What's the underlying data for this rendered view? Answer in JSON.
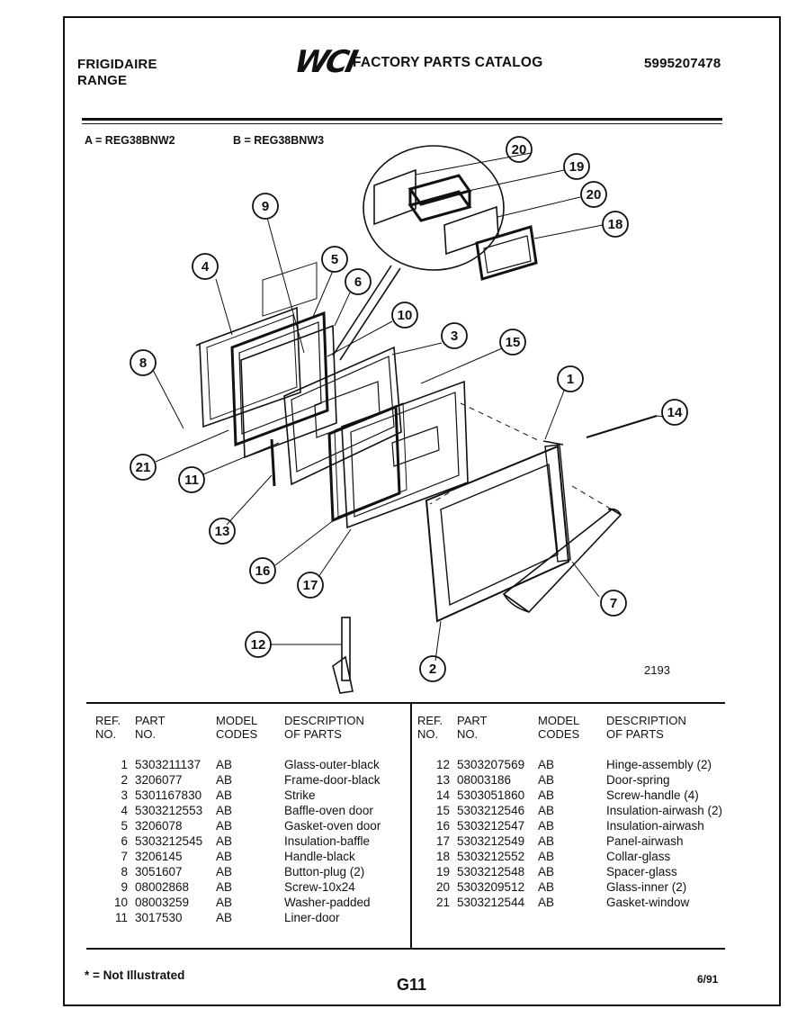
{
  "header": {
    "brand_line1": "FRIGIDAIRE",
    "brand_line2": "RANGE",
    "logo_text": "WCI",
    "catalog_title": "FACTORY PARTS CATALOG",
    "catalog_number": "5995207478"
  },
  "models": {
    "a": "A = REG38BNW2",
    "b": "B = REG38BNW3"
  },
  "diagram": {
    "drawing_number": "2193",
    "callouts": [
      "20",
      "19",
      "20",
      "18",
      "9",
      "5",
      "4",
      "6",
      "10",
      "3",
      "15",
      "8",
      "1",
      "14",
      "21",
      "11",
      "13",
      "16",
      "17",
      "7",
      "12",
      "2"
    ]
  },
  "table": {
    "headers": {
      "ref": [
        "REF.",
        "NO."
      ],
      "part": [
        "PART",
        "NO."
      ],
      "model": [
        "MODEL",
        "CODES"
      ],
      "desc": [
        "DESCRIPTION",
        "OF PARTS"
      ]
    },
    "left_rows": [
      {
        "ref": "1",
        "part": "5303211137",
        "code": "AB",
        "desc": "Glass-outer-black"
      },
      {
        "ref": "2",
        "part": "3206077",
        "code": "AB",
        "desc": "Frame-door-black"
      },
      {
        "ref": "3",
        "part": "5301167830",
        "code": "AB",
        "desc": "Strike"
      },
      {
        "ref": "4",
        "part": "5303212553",
        "code": "AB",
        "desc": "Baffle-oven door"
      },
      {
        "ref": "5",
        "part": "3206078",
        "code": "AB",
        "desc": "Gasket-oven door"
      },
      {
        "ref": "6",
        "part": "5303212545",
        "code": "AB",
        "desc": "Insulation-baffle"
      },
      {
        "ref": "7",
        "part": "3206145",
        "code": "AB",
        "desc": "Handle-black"
      },
      {
        "ref": "8",
        "part": "3051607",
        "code": "AB",
        "desc": "Button-plug (2)"
      },
      {
        "ref": "9",
        "part": "08002868",
        "code": "AB",
        "desc": "Screw-10x24"
      },
      {
        "ref": "10",
        "part": "08003259",
        "code": "AB",
        "desc": "Washer-padded"
      },
      {
        "ref": "11",
        "part": "3017530",
        "code": "AB",
        "desc": "Liner-door"
      }
    ],
    "right_rows": [
      {
        "ref": "12",
        "part": "5303207569",
        "code": "AB",
        "desc": "Hinge-assembly (2)"
      },
      {
        "ref": "13",
        "part": "08003186",
        "code": "AB",
        "desc": "Door-spring"
      },
      {
        "ref": "14",
        "part": "5303051860",
        "code": "AB",
        "desc": "Screw-handle (4)"
      },
      {
        "ref": "15",
        "part": "5303212546",
        "code": "AB",
        "desc": "Insulation-airwash (2)"
      },
      {
        "ref": "16",
        "part": "5303212547",
        "code": "AB",
        "desc": "Insulation-airwash"
      },
      {
        "ref": "17",
        "part": "5303212549",
        "code": "AB",
        "desc": "Panel-airwash"
      },
      {
        "ref": "18",
        "part": "5303212552",
        "code": "AB",
        "desc": "Collar-glass"
      },
      {
        "ref": "19",
        "part": "5303212548",
        "code": "AB",
        "desc": "Spacer-glass"
      },
      {
        "ref": "20",
        "part": "5303209512",
        "code": "AB",
        "desc": "Glass-inner (2)"
      },
      {
        "ref": "21",
        "part": "5303212544",
        "code": "AB",
        "desc": "Gasket-window"
      }
    ]
  },
  "footer": {
    "note": "* = Not Illustrated",
    "page_code": "G11",
    "date": "6/91"
  }
}
